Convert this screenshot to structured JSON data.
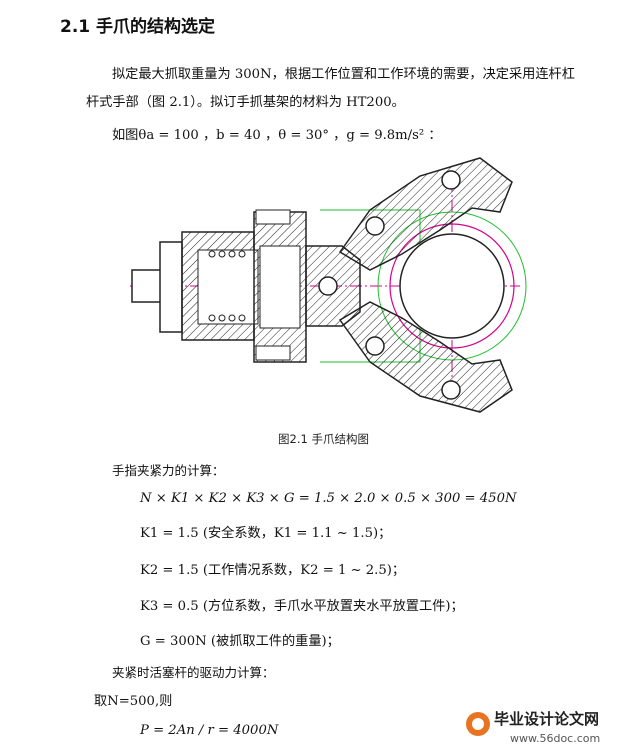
{
  "heading": "2.1  手爪的结构选定",
  "para1_line1": "拟定最大抓取重量为 300N，根据工作位置和工作环境的需要，决定采用连杆杠",
  "para1_line2": "杆式手部（图 2.1）。拟订手抓基架的材料为 HT200。",
  "params_line": "如图θa = 100 ，b = 40 ，θ = 30° ，g = 9.8m/s² ：",
  "figure_caption": "图2.1    手爪结构图",
  "force_title": "手指夹紧力的计算：",
  "eq1": "N × K1 × K2 × K3 × G = 1.5 × 2.0 × 0.5 × 300 = 450N",
  "k1": "K1 = 1.5 (安全系数，K1 = 1.1 ~ 1.5)；",
  "k2": "K2 = 1.5 (工作情况系数，K2 = 1 ~ 2.5)；",
  "k3": "K3 = 0.5 (方位系数，手爪水平放置夹水平放置工件)；",
  "g_line": "G = 300N (被抓取工件的重量)；",
  "drive_title": "夹紧时活塞杆的驱动力计算：",
  "take_n": "取N=500,则",
  "eq_p": "P = 2An / r = 4000N",
  "watermark_cn": "毕业设计论文网",
  "watermark_url": "www.56doc.com"
}
